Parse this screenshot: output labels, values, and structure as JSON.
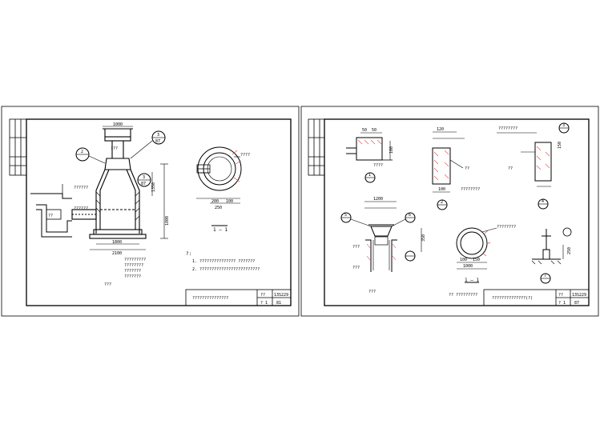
{
  "colors": {
    "background": "#ffffff",
    "line": "#000000",
    "hatch": "#e24a4a"
  },
  "sheet_left": {
    "title_block": {
      "title": "???????????????",
      "code": "13S229",
      "r1": "??",
      "r2": "? 1",
      "r3": "81"
    },
    "plan_label": "???",
    "section_label": "1 — 1",
    "notes_title": "?:",
    "notes": [
      "1. ???????????????  ???????",
      "2. ?????????????????????????"
    ],
    "callouts": [
      {
        "num": "2",
        "sub": ""
      },
      {
        "num": "3",
        "sub": "87"
      },
      {
        "num": "3",
        "sub": "87"
      }
    ],
    "dims": {
      "top_width": "1000",
      "mid_width": "1350",
      "bottom_width": "1800",
      "overall_width": "2100",
      "right_height": "1800",
      "section_a": "200",
      "section_b": "100",
      "section_total": "250"
    },
    "tags": [
      "??????",
      "??????",
      "????",
      "??",
      "????",
      "???",
      "?????????",
      "????????",
      "???????",
      "???????"
    ]
  },
  "sheet_right": {
    "title_block": {
      "title": "??????????????(?)",
      "code": "13S229",
      "r1": "??",
      "r2": "? 1",
      "r3": "87"
    },
    "plan_label": "???",
    "section_label": "1 — 1",
    "note": "?? ?????????",
    "callouts": [
      "1",
      "2",
      "3",
      "4",
      "5",
      "6",
      "7"
    ],
    "dims": {
      "d1": "50",
      "d2": "50",
      "d3": "100",
      "d4": "120",
      "d5": "100",
      "d6": "150",
      "d7": "1200",
      "d8": "350",
      "d9": "100",
      "d10": "150",
      "d11": "1000",
      "d12": "250"
    },
    "tags": [
      "????",
      "????????",
      "????????",
      "??",
      "??",
      "???",
      "???",
      "?? ?????????"
    ]
  }
}
